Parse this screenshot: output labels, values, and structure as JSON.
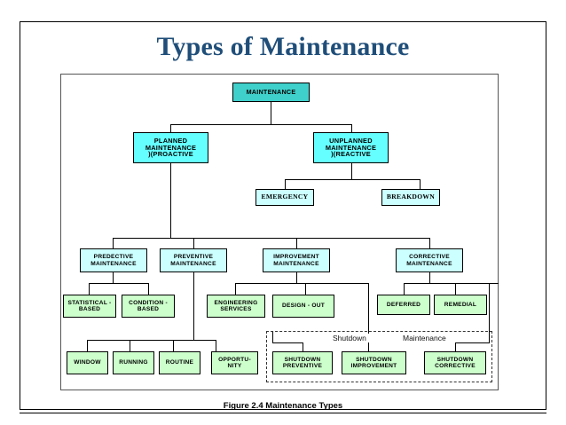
{
  "title": "Types of Maintenance",
  "caption": "Figure 2.4  Maintenance Types",
  "colors": {
    "title": "#1F4E79",
    "root_box": "#3FD0CB",
    "cyan_box": "#66FFFF",
    "light_blue_box": "#CCFFFF",
    "green_box": "#CCFFCC",
    "line": "#000000"
  },
  "group": {
    "label_left": "Shutdown",
    "label_right": "Maintenance"
  },
  "nodes": {
    "root": "MAINTENANCE",
    "planned": {
      "l1": "PLANNED",
      "l2": "MAINTENANCE",
      "l3": ")(PROACTIVE"
    },
    "unplanned": {
      "l1": "UNPLANNED",
      "l2": "MAINTENANCE",
      "l3": ")(REACTIVE"
    },
    "emergency": "EMERGENCY",
    "breakdown": "BREAKDOWN",
    "predective": {
      "l1": "PREDECTIVE",
      "l2": "MAINTENANCE"
    },
    "preventive": {
      "l1": "PREVENTIVE",
      "l2": "MAINTENANCE"
    },
    "improvement": {
      "l1": "IMPROVEMENT",
      "l2": "MAINTENANCE"
    },
    "corrective": {
      "l1": "CORRECTIVE",
      "l2": "MAINTENANCE"
    },
    "statistical": {
      "l1": "STATISTICAL -",
      "l2": "BASED"
    },
    "condition": {
      "l1": "CONDITION -",
      "l2": "BASED"
    },
    "engineering": {
      "l1": "ENGINEERING",
      "l2": "SERVICES"
    },
    "design_out": "DESIGN - OUT",
    "deferred": "DEFERRED",
    "remedial": "REMEDIAL",
    "window": "WINDOW",
    "running": "RUNNING",
    "routine": "ROUTINE",
    "opportunity": {
      "l1": "OPPORTU-",
      "l2": "NITY"
    },
    "shutdown_preventive": {
      "l1": "SHUTDOWN",
      "l2": "PREVENTIVE"
    },
    "shutdown_improvement": {
      "l1": "SHUTDOWN",
      "l2": "IMPROVEMENT"
    },
    "shutdown_corrective": {
      "l1": "SHUTDOWN",
      "l2": "CORRECTIVE"
    }
  }
}
